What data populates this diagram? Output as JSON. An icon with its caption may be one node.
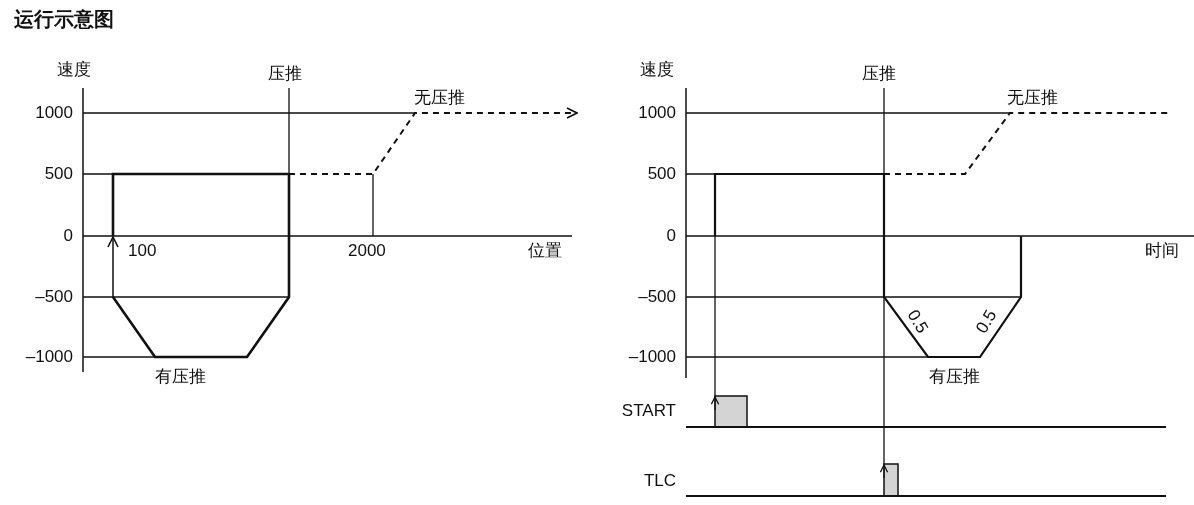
{
  "diagram": {
    "title": "运行示意图",
    "labels": [
      "速度",
      "压推",
      "无压推",
      "1000",
      "500",
      "0",
      "100",
      "2000",
      "位置",
      "–500",
      "–1000",
      "有压推",
      "速度",
      "压推",
      "无压推",
      "1000",
      "500",
      "0",
      "时间",
      "–500",
      "0.5",
      "0.5",
      "–1000",
      "有压推",
      "START",
      "TLC"
    ]
  }
}
